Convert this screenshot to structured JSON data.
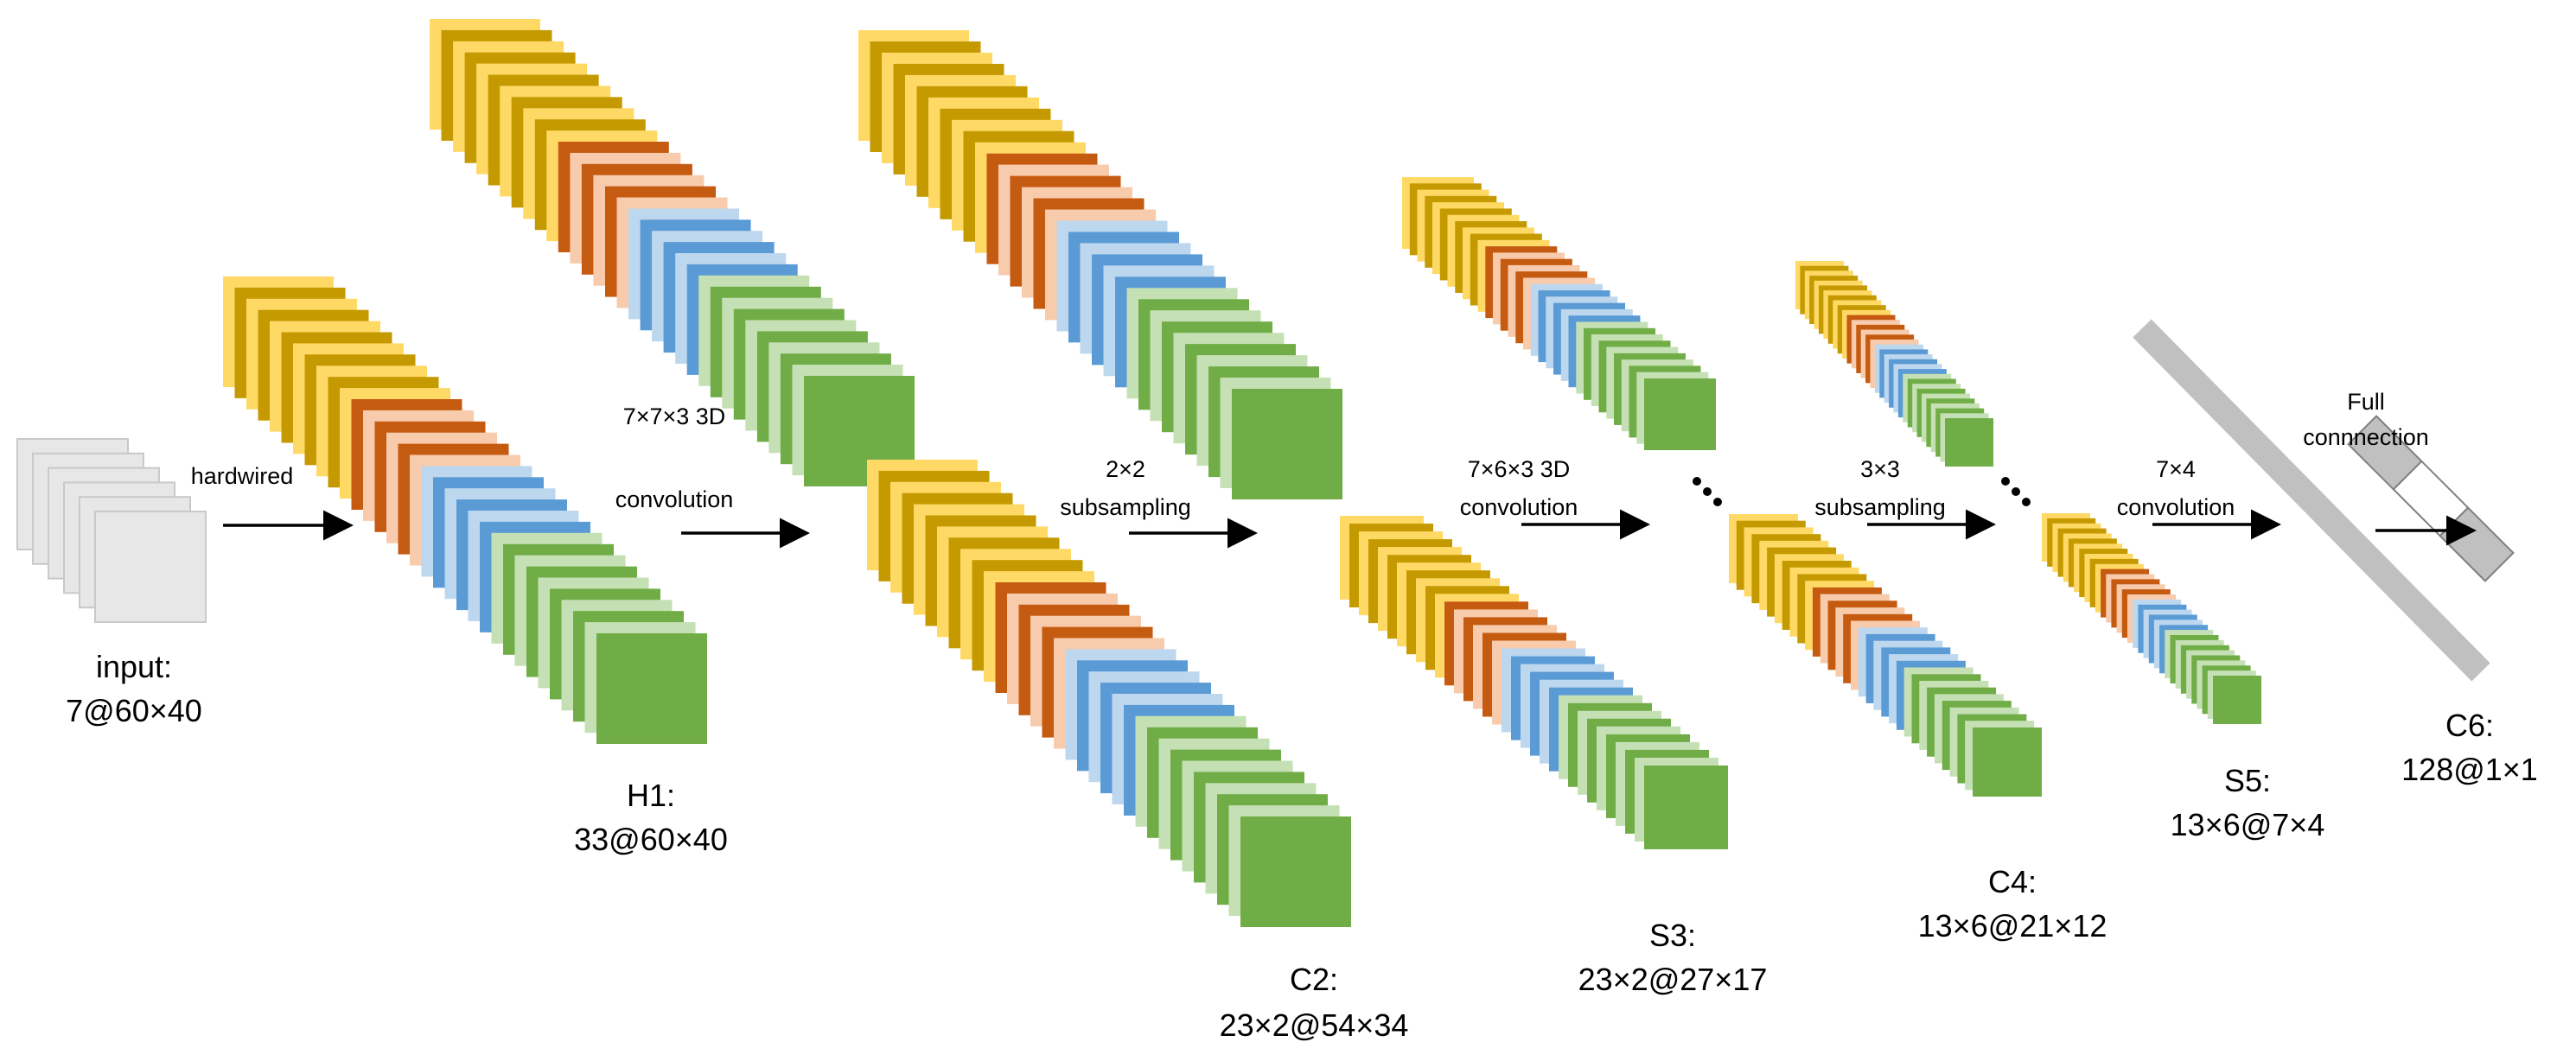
{
  "colors": {
    "input_face": "#e7e7e7",
    "input_edge": "#c9c9c9",
    "yellow": "#ffd966",
    "gold": "#c49a00",
    "orange": "#c55a11",
    "peach": "#f8cbad",
    "blue": "#5b9bd5",
    "lightblue": "#bdd7ee",
    "green": "#70ad47",
    "lightgreen": "#c5e0b4",
    "gray_bar": "#c0c0c0",
    "arrow": "#000000"
  },
  "stack_pattern": [
    "yellow",
    "gold",
    "yellow",
    "gold",
    "yellow",
    "gold",
    "yellow",
    "gold",
    "yellow",
    "gold",
    "yellow",
    "orange",
    "peach",
    "orange",
    "peach",
    "orange",
    "peach",
    "lightblue",
    "blue",
    "lightblue",
    "blue",
    "lightblue",
    "blue",
    "lightgreen",
    "green",
    "lightgreen",
    "green",
    "lightgreen",
    "green",
    "lightgreen",
    "green",
    "lightgreen",
    "green"
  ],
  "layers": {
    "input": {
      "name": "input:",
      "dims": "7@60×40"
    },
    "h1": {
      "name": "H1:",
      "dims": "33@60×40"
    },
    "c2": {
      "name": "C2:",
      "dims": "23×2@54×34"
    },
    "s3": {
      "name": "S3:",
      "dims": "23×2@27×17"
    },
    "c4": {
      "name": "C4:",
      "dims": "13×6@21×12"
    },
    "s5": {
      "name": "S5:",
      "dims": "13×6@7×4"
    },
    "c6": {
      "name": "C6:",
      "dims": "128@1×1"
    }
  },
  "operations": {
    "hardwired": "hardwired",
    "conv1_line1": "7×7×3 3D",
    "conv1_line2": "convolution",
    "sub1_line1": "2×2",
    "sub1_line2": "subsampling",
    "conv2_line1": "7×6×3 3D",
    "conv2_line2": "convolution",
    "sub2_line1": "3×3",
    "sub2_line2": "subsampling",
    "conv3_line1": "7×4",
    "conv3_line2": "convolution",
    "full_line1": "Full",
    "full_line2": "connnection"
  }
}
